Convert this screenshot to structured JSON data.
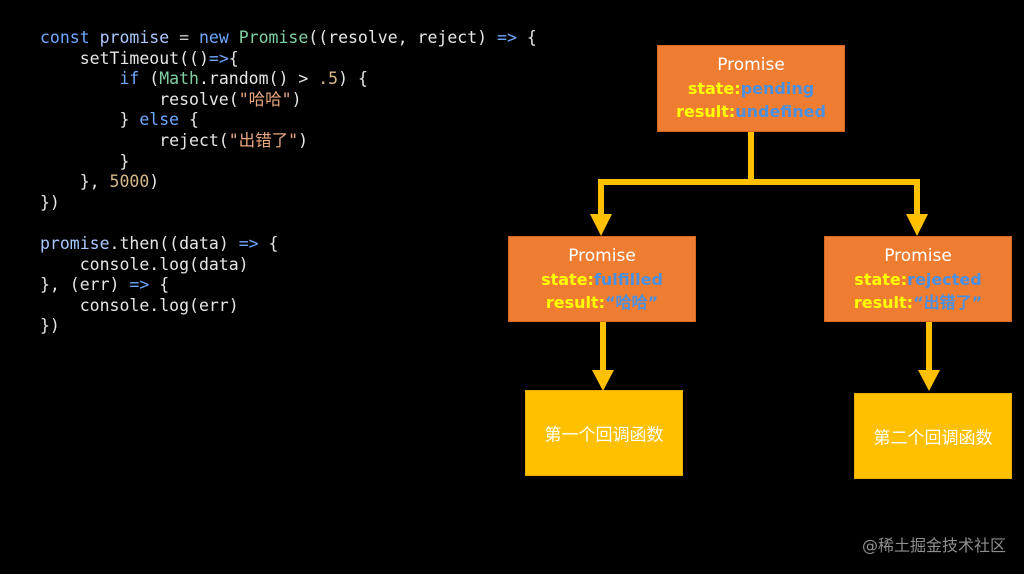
{
  "code": {
    "lines": [
      [
        {
          "t": "const ",
          "c": "kw"
        },
        {
          "t": "promise",
          "c": "id"
        },
        {
          "t": " = ",
          "c": "op"
        },
        {
          "t": "new ",
          "c": "kw"
        },
        {
          "t": "Promise",
          "c": "cls"
        },
        {
          "t": "((resolve, reject) ",
          "c": ""
        },
        {
          "t": "=> ",
          "c": "kw"
        },
        {
          "t": "{",
          "c": ""
        }
      ],
      [
        {
          "t": "    setTimeout(()",
          "c": ""
        },
        {
          "t": "=>",
          "c": "kw"
        },
        {
          "t": "{",
          "c": ""
        }
      ],
      [
        {
          "t": "        ",
          "c": ""
        },
        {
          "t": "if ",
          "c": "kw"
        },
        {
          "t": "(",
          "c": ""
        },
        {
          "t": "Math",
          "c": "cls"
        },
        {
          "t": ".random() > ",
          "c": ""
        },
        {
          "t": ".5",
          "c": "num"
        },
        {
          "t": ") {",
          "c": ""
        }
      ],
      [
        {
          "t": "            resolve(",
          "c": ""
        },
        {
          "t": "\"哈哈\"",
          "c": "str"
        },
        {
          "t": ")",
          "c": ""
        }
      ],
      [
        {
          "t": "        } ",
          "c": ""
        },
        {
          "t": "else ",
          "c": "kw"
        },
        {
          "t": "{",
          "c": ""
        }
      ],
      [
        {
          "t": "            reject(",
          "c": ""
        },
        {
          "t": "\"出错了\"",
          "c": "str"
        },
        {
          "t": ")",
          "c": ""
        }
      ],
      [
        {
          "t": "        }",
          "c": ""
        }
      ],
      [
        {
          "t": "    }, ",
          "c": ""
        },
        {
          "t": "5000",
          "c": "num"
        },
        {
          "t": ")",
          "c": ""
        }
      ],
      [
        {
          "t": "})",
          "c": ""
        }
      ],
      [],
      [
        {
          "t": "promise",
          "c": "id"
        },
        {
          "t": ".then((data) ",
          "c": ""
        },
        {
          "t": "=> ",
          "c": "kw"
        },
        {
          "t": "{",
          "c": ""
        }
      ],
      [
        {
          "t": "    console.log(data)",
          "c": ""
        }
      ],
      [
        {
          "t": "}, (err) ",
          "c": ""
        },
        {
          "t": "=> ",
          "c": "kw"
        },
        {
          "t": "{",
          "c": ""
        }
      ],
      [
        {
          "t": "    console.log(err)",
          "c": ""
        }
      ],
      [
        {
          "t": "})",
          "c": ""
        }
      ]
    ]
  },
  "diagram": {
    "top": {
      "title": "Promise",
      "state_label": "state:",
      "state_value": "pending",
      "result_label": "result:",
      "result_value": "undefined"
    },
    "left": {
      "title": "Promise",
      "state_label": "state:",
      "state_value": "fulfilled",
      "result_label": "result:",
      "result_value": "“哈哈”"
    },
    "right": {
      "title": "Promise",
      "state_label": "state:",
      "state_value": "rejected",
      "result_label": "result:",
      "result_value": "“出错了”"
    },
    "callback1": "第一个回调函数",
    "callback2": "第二个回调函数",
    "colors": {
      "box_orange": "#ee7d31",
      "box_yellow": "#ffc000",
      "arrow": "#ffc000",
      "label": "#ffff00",
      "value": "#4a90e2"
    }
  },
  "watermark": "@稀土掘金技术社区"
}
